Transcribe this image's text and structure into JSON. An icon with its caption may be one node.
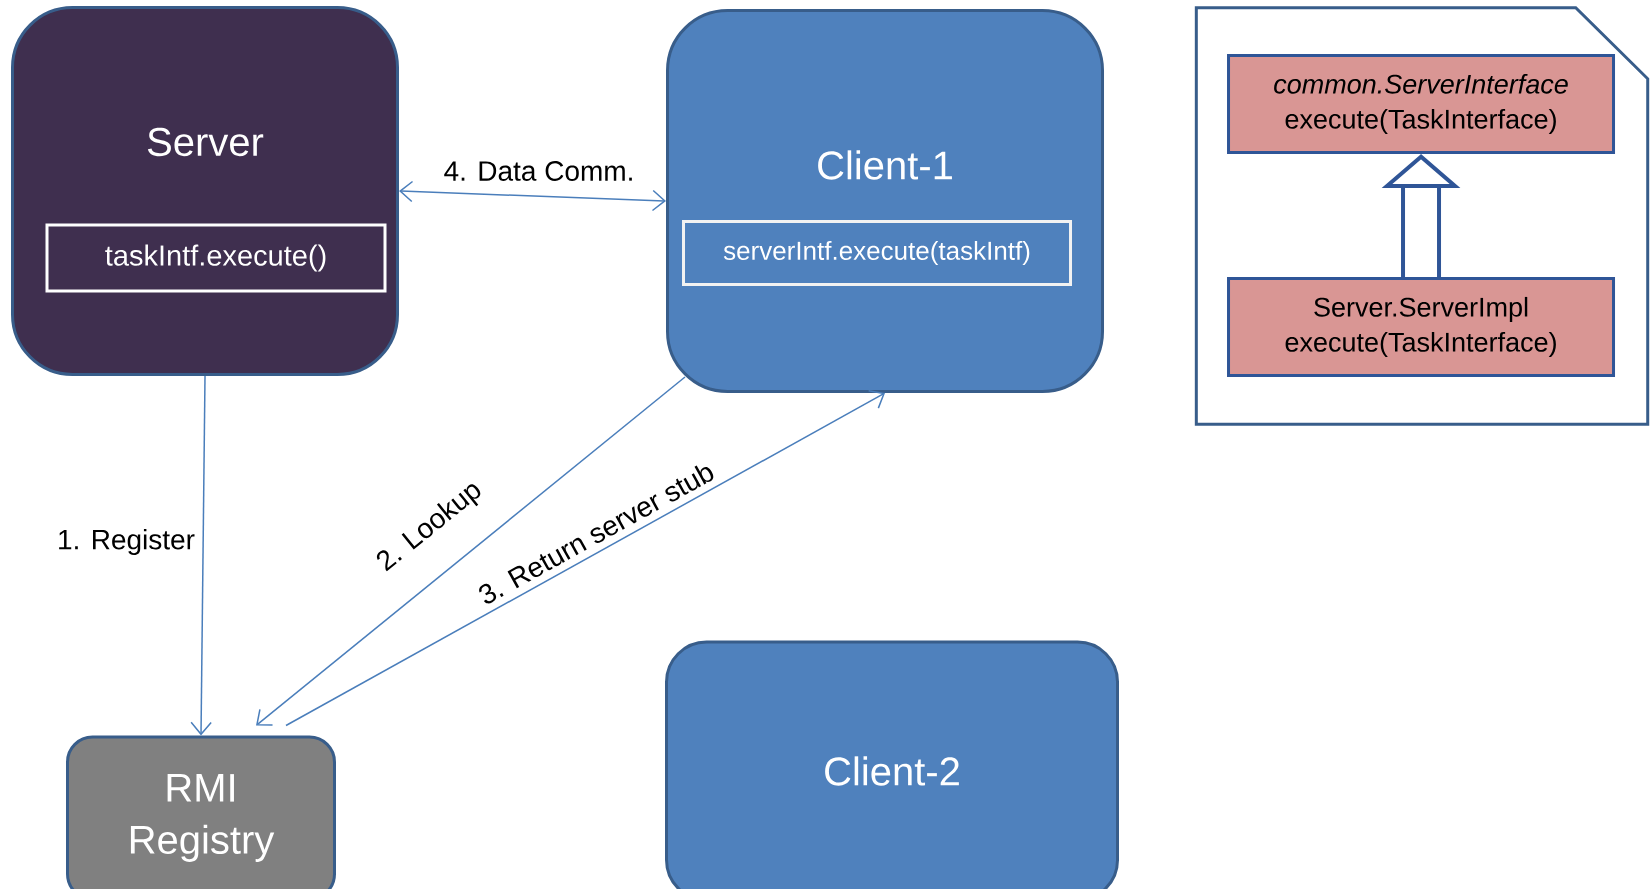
{
  "diagram": {
    "nodes": [
      {
        "text": [
          "Server"
        ]
      },
      {
        "text": [
          "taskIntf.execute()"
        ],
        "in": 0
      },
      {
        "text": [
          "Client-1"
        ]
      },
      {
        "text": [
          "serverIntf.execute(taskIntf)"
        ],
        "in": 2
      },
      {
        "text": [
          "RMI Registry"
        ]
      },
      {
        "text": [
          "Client-2"
        ]
      },
      {
        "text": [],
        "shape": "document"
      },
      {
        "text": [
          "*common.ServerInterface* execute(TaskInterface)"
        ],
        "in": 6
      },
      {
        "text": [
          "Server.ServerImpl execute(TaskInterface)"
        ],
        "in": 6
      }
    ],
    "edges": [
      {
        "from": 0,
        "to": 4,
        "arrow": "to",
        "label": "1. Register"
      },
      {
        "from": 2,
        "to": 4,
        "arrow": "to",
        "label": "2. Lookup"
      },
      {
        "from": 4,
        "to": 2,
        "arrow": "to",
        "label": "3. Return server stub"
      },
      {
        "from": 0,
        "to": 2,
        "arrow": "both",
        "label": "4. Data Comm."
      },
      {
        "from": 8,
        "to": 7,
        "arrow": "to",
        "style": "thick",
        "color": "#2f5597"
      }
    ]
  }
}
